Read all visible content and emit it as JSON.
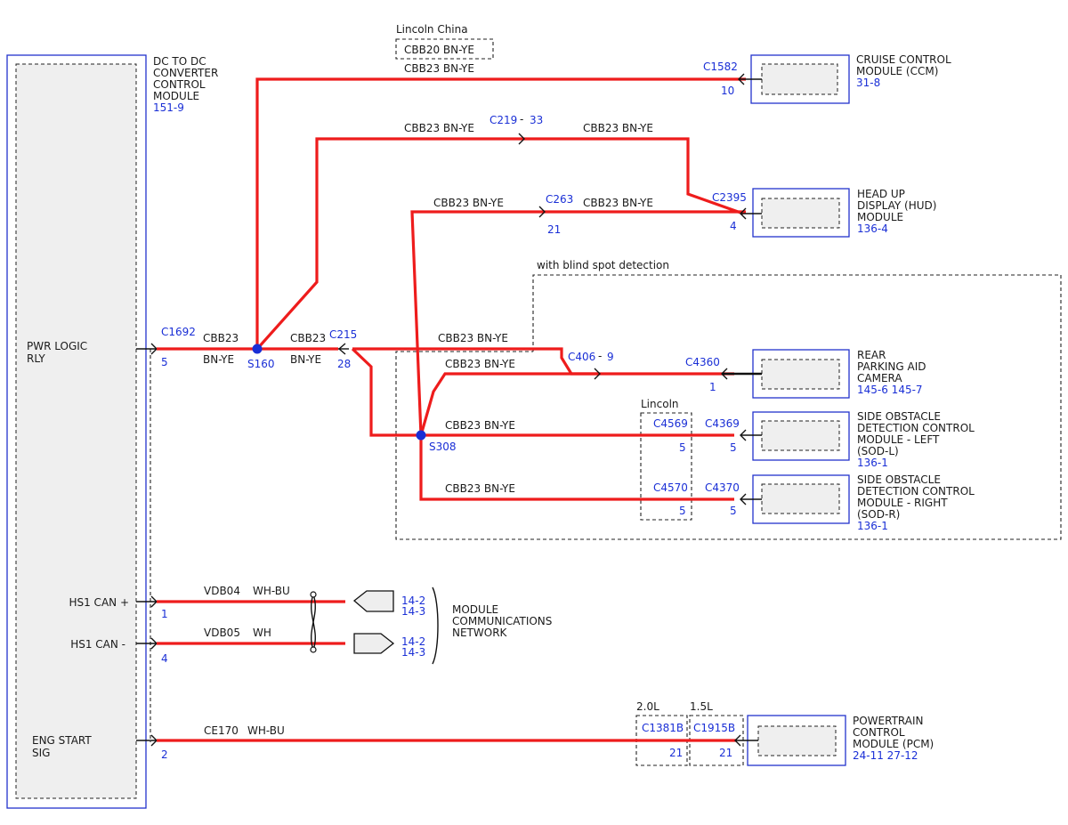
{
  "modules": {
    "dcdc": {
      "name": [
        "DC TO DC",
        "CONVERTER",
        "CONTROL",
        "MODULE"
      ],
      "ref": "151-9",
      "pins": {
        "pwr_logic": [
          "PWR LOGIC",
          "RLY"
        ],
        "hs1_plus": "HS1 CAN +",
        "hs1_minus": "HS1 CAN -",
        "eng_start": [
          "ENG START",
          "SIG"
        ]
      }
    },
    "ccm": {
      "name": [
        "CRUISE CONTROL",
        "MODULE (CCM)"
      ],
      "ref": "31-8"
    },
    "hud": {
      "name": [
        "HEAD UP",
        "DISPLAY (HUD)",
        "MODULE"
      ],
      "ref": "136-4"
    },
    "camera": {
      "name": [
        "REAR",
        "PARKING AID",
        "CAMERA"
      ],
      "ref": "145-6 145-7"
    },
    "sodl": {
      "name": [
        "SIDE OBSTACLE",
        "DETECTION CONTROL",
        "MODULE - LEFT",
        "(SOD-L)"
      ],
      "ref": "136-1"
    },
    "sodr": {
      "name": [
        "SIDE OBSTACLE",
        "DETECTION CONTROL",
        "MODULE - RIGHT",
        "(SOD-R)"
      ],
      "ref": "136-1"
    },
    "pcm": {
      "name": [
        "POWERTRAIN",
        "CONTROL",
        "MODULE (PCM)"
      ],
      "ref": "24-11 27-12"
    }
  },
  "connectors": {
    "c1692": "C1692",
    "c1692_pin": "5",
    "c1582": "C1582",
    "c1582_pin": "10",
    "c219": "C219",
    "c219_pin": "33",
    "c2395": "C2395",
    "c2395_pin": "4",
    "c263": "C263",
    "c263_pin": "21",
    "c215": "C215",
    "c215_pin": "28",
    "c406": "C406",
    "c406_pin": "9",
    "c4360": "C4360",
    "c4360_pin": "1",
    "c4569": "C4569",
    "c4569_pin": "5",
    "c4369": "C4369",
    "c4369_pin": "5",
    "c4570": "C4570",
    "c4570_pin": "5",
    "c4370": "C4370",
    "c4370_pin": "5",
    "hs1_plus_pin": "1",
    "hs1_minus_pin": "4",
    "eng_start_pin": "2",
    "c1381b": "C1381B",
    "c1381b_pin": "21",
    "c1915b": "C1915B",
    "c1915b_pin": "21",
    "dash_sep": "-"
  },
  "splices": {
    "s160": "S160",
    "s308": "S308"
  },
  "wires": {
    "cbb23": "CBB23",
    "bnye": "BN-YE",
    "cbb23_bnye": "CBB23  BN-YE",
    "cbb20_bnye": "CBB20  BN-YE",
    "vdb04": "VDB04",
    "whbu": "WH-BU",
    "vdb05": "VDB05",
    "wh": "WH",
    "ce170": "CE170",
    "whbu2": "WH-BU"
  },
  "options": {
    "lincoln_china": "Lincoln China",
    "blind_spot": "with blind spot detection",
    "lincoln": "Lincoln",
    "eng_20": "2.0L",
    "eng_15": "1.5L"
  },
  "network": {
    "label": [
      "MODULE",
      "COMMUNICATIONS",
      "NETWORK"
    ],
    "ref_a": "14-2",
    "ref_b": "14-3"
  },
  "colors": {
    "wire": "#ee1c1c",
    "ref": "#1a2fd6",
    "module_border": "#2233cc",
    "text": "#1a1a1a"
  }
}
